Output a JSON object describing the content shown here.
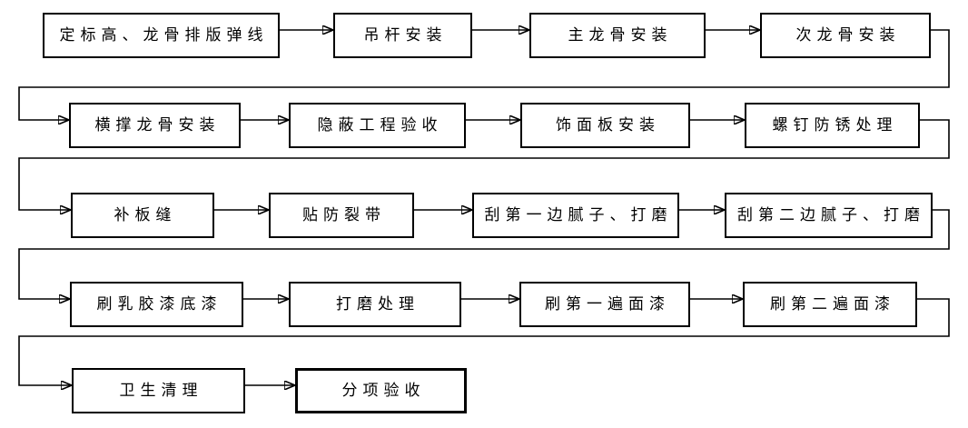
{
  "flowchart": {
    "background_color": "#ffffff",
    "line_color": "#000000",
    "text_color": "#000000",
    "rows": [
      {
        "boxes": [
          "定标高、龙骨排版弹线",
          "吊杆安装",
          "主龙骨安装",
          "次龙骨安装"
        ]
      },
      {
        "boxes": [
          "横撑龙骨安装",
          "隐蔽工程验收",
          "饰面板安装",
          "螺钉防锈处理"
        ]
      },
      {
        "boxes": [
          "补板缝",
          "贴防裂带",
          "刮第一边腻子、打磨",
          "刮第二边腻子、打磨"
        ]
      },
      {
        "boxes": [
          "刷乳胶漆底漆",
          "打磨处理",
          "刷第一遍面漆",
          "刷第二遍面漆"
        ]
      },
      {
        "boxes": [
          "卫生清理",
          "分项验收"
        ]
      }
    ]
  }
}
